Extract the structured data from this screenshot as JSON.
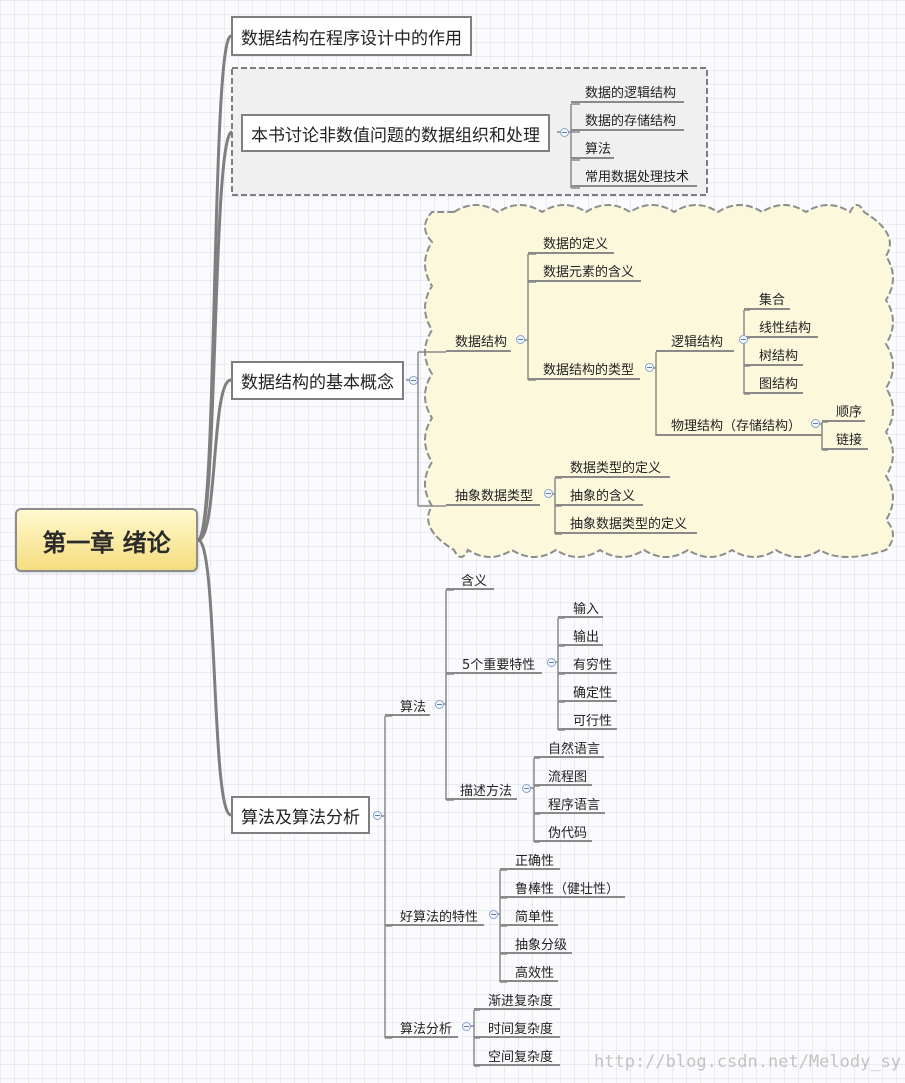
{
  "root": "第一章 绪论",
  "topics": {
    "role": "数据结构在程序设计中的作用",
    "book": {
      "title": "本书讨论非数值问题的数据组织和处理",
      "items": [
        "数据的逻辑结构",
        "数据的存储结构",
        "算法",
        "常用数据处理技术"
      ]
    },
    "concepts": {
      "title": "数据结构的基本概念",
      "ds": {
        "label": "数据结构",
        "definition": "数据的定义",
        "element": "数据元素的含义",
        "types": {
          "label": "数据结构的类型",
          "logical": {
            "label": "逻辑结构",
            "items": [
              "集合",
              "线性结构",
              "树结构",
              "图结构"
            ]
          },
          "physical": {
            "label": "物理结构（存储结构）",
            "items": [
              "顺序",
              "链接"
            ]
          }
        }
      },
      "adt": {
        "label": "抽象数据类型",
        "items": [
          "数据类型的定义",
          "抽象的含义",
          "抽象数据类型的定义"
        ]
      }
    },
    "algo": {
      "title": "算法及算法分析",
      "algorithm": {
        "label": "算法",
        "meaning": "含义",
        "props": {
          "label": "5个重要特性",
          "items": [
            "输入",
            "输出",
            "有穷性",
            "确定性",
            "可行性"
          ]
        },
        "desc": {
          "label": "描述方法",
          "items": [
            "自然语言",
            "流程图",
            "程序语言",
            "伪代码"
          ]
        }
      },
      "good": {
        "label": "好算法的特性",
        "items": [
          "正确性",
          "鲁棒性（健壮性）",
          "简单性",
          "抽象分级",
          "高效性"
        ]
      },
      "analysis": {
        "label": "算法分析",
        "items": [
          "渐进复杂度",
          "时间复杂度",
          "空间复杂度"
        ]
      }
    }
  },
  "watermark": "http://blog.csdn.net/Melody_sy"
}
